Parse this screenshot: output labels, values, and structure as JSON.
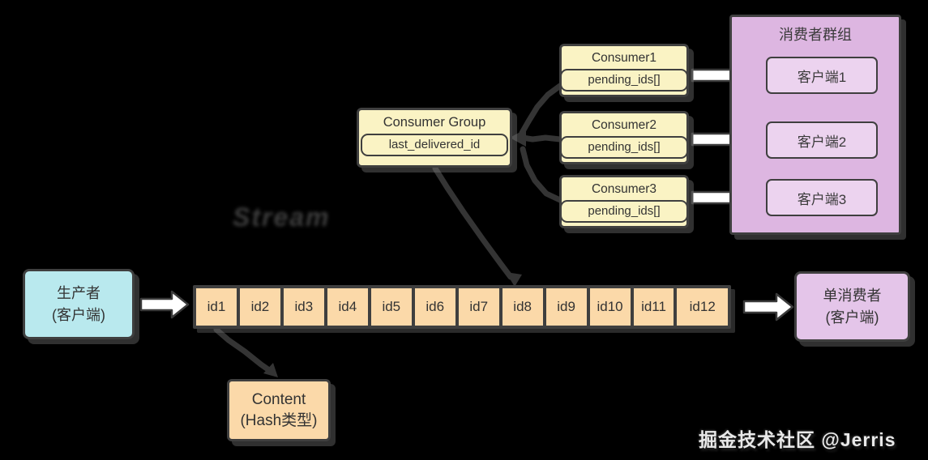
{
  "watermarks": {
    "stream_label": "Stream",
    "credit": "掘金技术社区 @Jerris"
  },
  "consumer_group_panel": {
    "title": "消费者群组",
    "clients": [
      "客户端1",
      "客户端2",
      "客户端3"
    ]
  },
  "consumers": [
    {
      "title": "Consumer1",
      "field": "pending_ids[]"
    },
    {
      "title": "Consumer2",
      "field": "pending_ids[]"
    },
    {
      "title": "Consumer3",
      "field": "pending_ids[]"
    }
  ],
  "consumer_group": {
    "title": "Consumer Group",
    "field": "last_delivered_id"
  },
  "producer": {
    "line1": "生产者",
    "line2": "(客户端)"
  },
  "stream": {
    "cells": [
      "id1",
      "id2",
      "id3",
      "id4",
      "id5",
      "id6",
      "id7",
      "id8",
      "id9",
      "id10",
      "id11",
      "id12"
    ]
  },
  "single_consumer": {
    "line1": "单消费者",
    "line2": "(客户端)"
  },
  "content_box": {
    "line1": "Content",
    "line2": "(Hash类型)"
  },
  "colors": {
    "background": "#000000",
    "yellow_box": "#faf3c4",
    "purple_panel": "#ddb6e1",
    "purple_box": "#ecd3ef",
    "cyan_box": "#b9e9ee",
    "orange_box": "#fbd9a9",
    "border": "#3f3f3f"
  }
}
